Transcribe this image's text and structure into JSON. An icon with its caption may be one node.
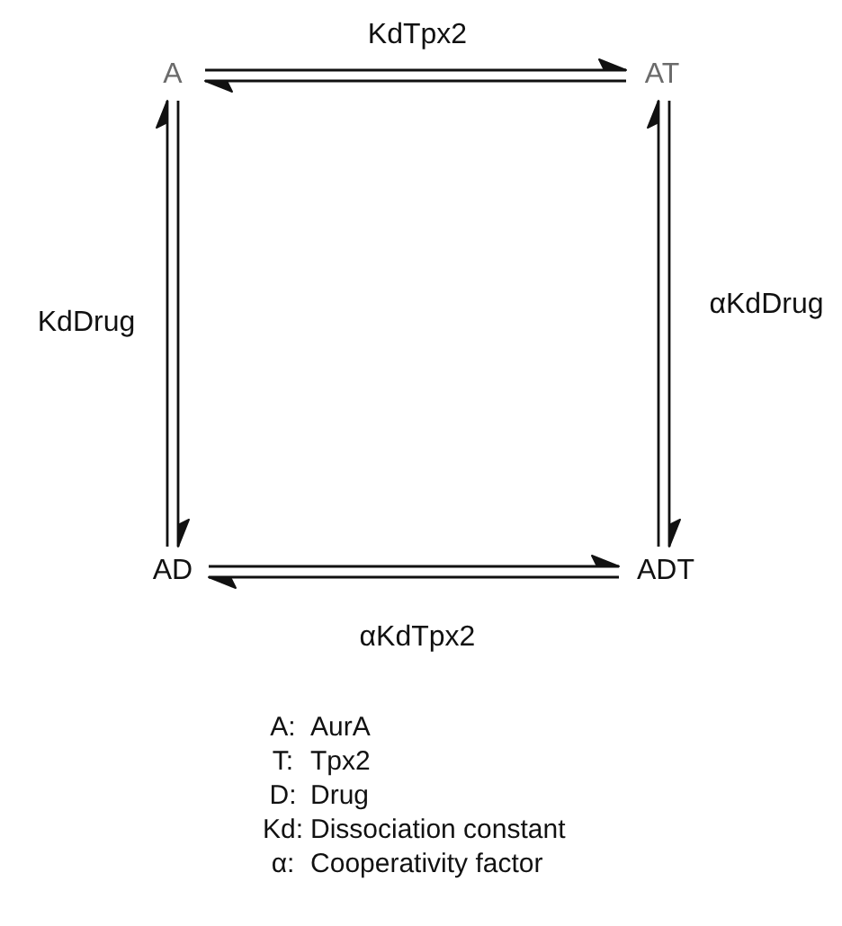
{
  "diagram": {
    "nodes": [
      {
        "text": [
          "A"
        ]
      },
      {
        "text": [
          "AT"
        ]
      },
      {
        "text": [
          "AD"
        ]
      },
      {
        "text": [
          "ADT"
        ]
      }
    ],
    "edges": [
      {
        "from": 0,
        "to": 1,
        "arrow": "to",
        "label": "KdTpx2"
      },
      {
        "from": 1,
        "to": 0,
        "arrow": "to"
      },
      {
        "from": 0,
        "to": 2,
        "arrow": "to",
        "label": "KdDrug"
      },
      {
        "from": 2,
        "to": 0,
        "arrow": "to"
      },
      {
        "from": 1,
        "to": 3,
        "arrow": "to",
        "label": "αKdDrug"
      },
      {
        "from": 3,
        "to": 1,
        "arrow": "to"
      },
      {
        "from": 2,
        "to": 3,
        "arrow": "to",
        "label": "αKdTpx2"
      },
      {
        "from": 3,
        "to": 2,
        "arrow": "to"
      }
    ],
    "labels": [
      "A:",
      "AurA",
      "T:",
      "Tpx2",
      "D:",
      "Drug",
      "Kd:",
      "Dissociation constant",
      "α:",
      "Cooperativity factor"
    ]
  }
}
